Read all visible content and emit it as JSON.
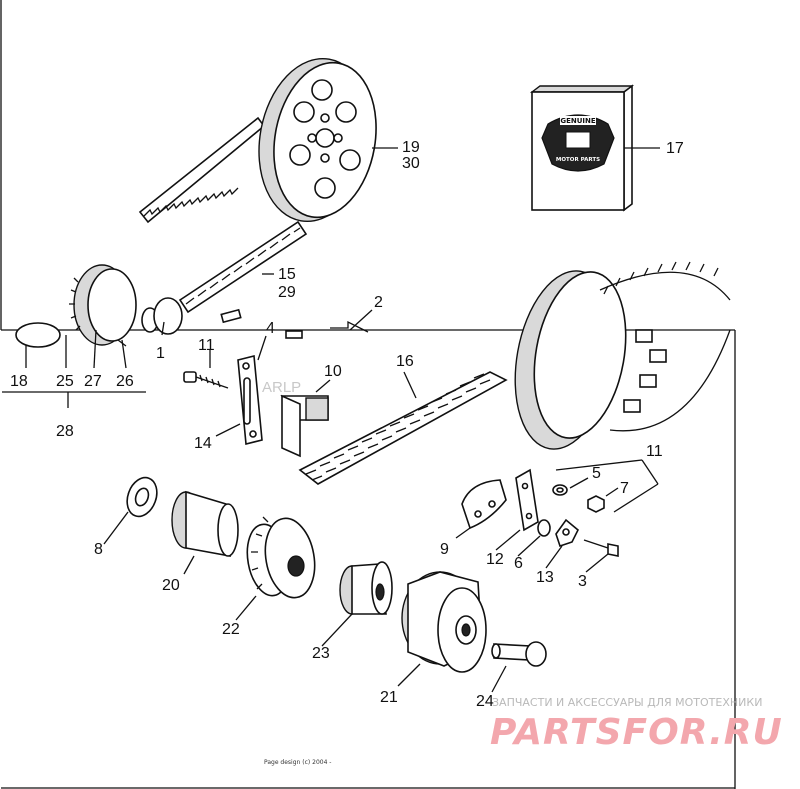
{
  "callouts": {
    "c1": "1",
    "c2": "2",
    "c3": "3",
    "c4": "4",
    "c5": "5",
    "c6": "6",
    "c7": "7",
    "c8": "8",
    "c9": "9",
    "c10": "10",
    "c11a": "11",
    "c11b": "11",
    "c12": "12",
    "c13": "13",
    "c14": "14",
    "c15": "15",
    "c16": "16",
    "c17": "17",
    "c18": "18",
    "c19": "19",
    "c20": "20",
    "c21": "21",
    "c22": "22",
    "c23": "23",
    "c24": "24",
    "c25": "25",
    "c26": "26",
    "c27": "27",
    "c28": "28",
    "c29": "29",
    "c30": "30"
  },
  "genuine_box": {
    "top_text": "GENUINE",
    "bottom_text": "MOTOR PARTS"
  },
  "footer": {
    "page_design": "Page design (c) 2004 -"
  },
  "watermark": {
    "line1": "ЗАПЧАСТИ И АКСЕССУАРЫ ДЛЯ МОТОТЕХНИКИ",
    "line2": "PARTSFOR.RU",
    "faint": "ARLP"
  },
  "colors": {
    "watermark_brand": "#f3a7ad",
    "line": "#111111"
  }
}
